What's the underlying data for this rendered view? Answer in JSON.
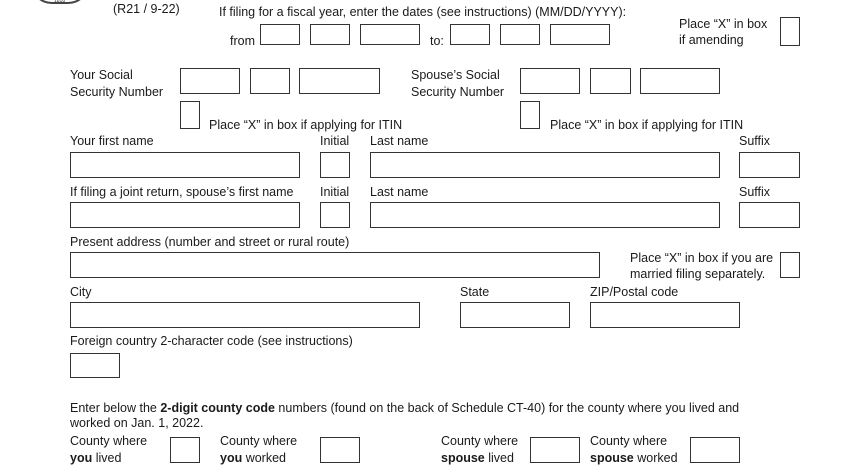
{
  "header": {
    "seal_year": "1818",
    "revision": "(R21 / 9-22)",
    "fiscal_year_label": "If filing for a fiscal year, enter the dates (see instructions) (MM/DD/YYYY):",
    "from_label": "from",
    "to_label": "to:",
    "amending_line1": "Place “X” in box",
    "amending_line2": "if amending"
  },
  "ssn": {
    "your_line1": "Your Social",
    "your_line2": "Security Number",
    "spouse_line1": "Spouse’s Social",
    "spouse_line2": "Security Number",
    "itin_label": "Place “X” in box if applying for ITIN"
  },
  "names": {
    "first_name": "Your first name",
    "initial": "Initial",
    "last_name": "Last name",
    "suffix": "Suffix",
    "spouse_first_name": "If filing a joint return, spouse’s first name"
  },
  "address": {
    "present_address": "Present address (number and street or rural route)",
    "married_sep_line1": "Place “X” in box if you are",
    "married_sep_line2": "married filing separately.",
    "city": "City",
    "state": "State",
    "zip": "ZIP/Postal code",
    "foreign": "Foreign country 2-character code (see instructions)"
  },
  "county": {
    "intro_pre": "Enter below the ",
    "intro_bold": "2-digit county code",
    "intro_post": " numbers (found on the back of Schedule CT-40) for the county where you lived and",
    "intro_line2": "worked on Jan. 1, 2022.",
    "where": "County where",
    "you": "you",
    "spouse": "spouse",
    "lived": " lived",
    "worked": " worked"
  }
}
